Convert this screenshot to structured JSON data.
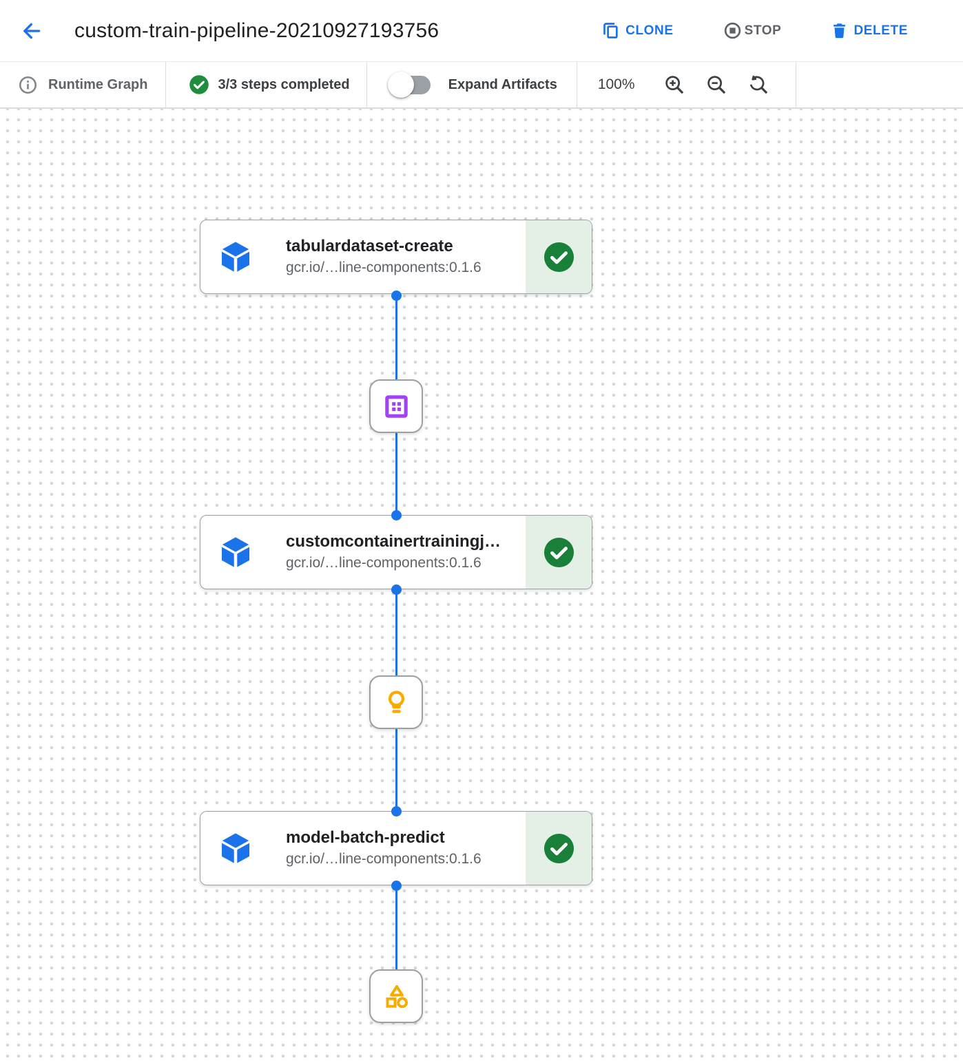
{
  "header": {
    "title": "custom-train-pipeline-20210927193756",
    "back_icon": "arrow-back-icon",
    "actions": {
      "clone": "CLONE",
      "stop": "STOP",
      "delete": "DELETE"
    }
  },
  "toolbar": {
    "view_label": "Runtime Graph",
    "info_icon": "info-icon",
    "steps_completed": "3/3 steps completed",
    "expand_artifacts_label": "Expand Artifacts",
    "expand_artifacts_on": false,
    "zoom_level": "100%",
    "zoom_icons": [
      "zoom-in-icon",
      "zoom-out-icon",
      "zoom-reset-icon"
    ]
  },
  "graph": {
    "steps": [
      {
        "title": "tabulardataset-create",
        "subtitle": "gcr.io/…line-components:0.1.6",
        "status": "completed",
        "icon": "component-cube-icon"
      },
      {
        "title": "customcontainertrainingj…",
        "subtitle": "gcr.io/…line-components:0.1.6",
        "status": "completed",
        "icon": "component-cube-icon"
      },
      {
        "title": "model-batch-predict",
        "subtitle": "gcr.io/…line-components:0.1.6",
        "status": "completed",
        "icon": "component-cube-icon"
      }
    ],
    "artifacts": [
      {
        "icon": "dataset-icon",
        "color": "#a142f4"
      },
      {
        "icon": "model-icon",
        "color": "#f9ab00"
      },
      {
        "icon": "shapes-icon",
        "color": "#f9ab00"
      }
    ],
    "colors": {
      "edge": "#1a73e8",
      "success": "#188038",
      "success_bg": "#e4efe6",
      "node_icon": "#1a73e8"
    }
  }
}
